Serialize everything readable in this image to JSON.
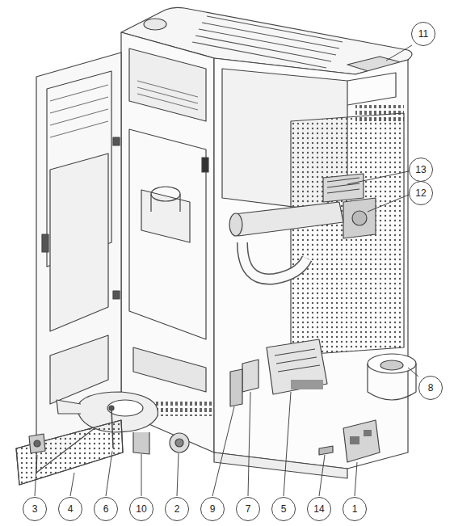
{
  "diagram": {
    "labels": [
      "11",
      "13",
      "12",
      "8",
      "3",
      "4",
      "6",
      "10",
      "2",
      "9",
      "7",
      "5",
      "14",
      "1"
    ]
  }
}
